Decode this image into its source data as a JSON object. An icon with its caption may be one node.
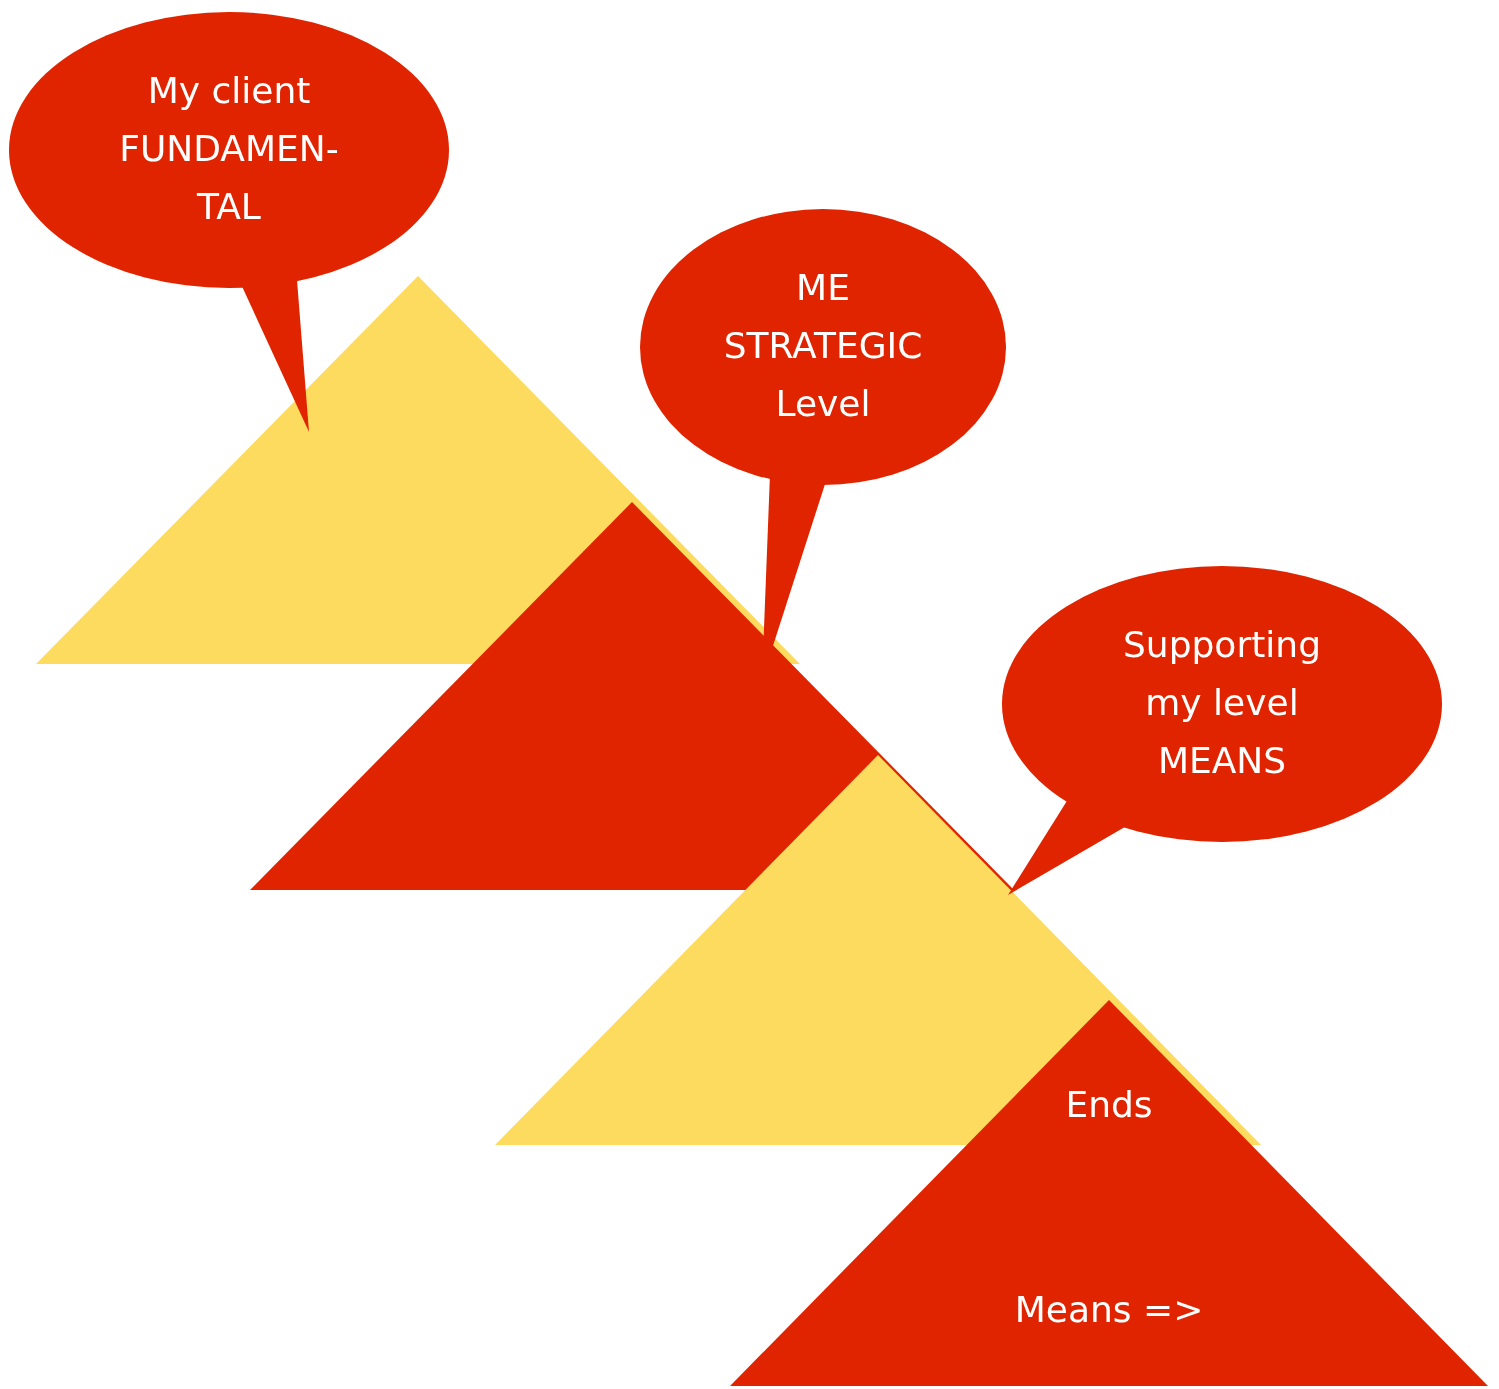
{
  "diagram": {
    "nodes": [
      {
        "text": [
          "My client FUNDAMEN- TAL"
        ]
      },
      {
        "text": [],
        "shape": "triangle"
      },
      {
        "text": [
          "ME STRATEGIC Level"
        ]
      },
      {
        "text": [],
        "shape": "triangle"
      },
      {
        "text": [
          "Supporting my level MEANS"
        ]
      },
      {
        "text": [],
        "shape": "triangle"
      },
      {
        "text": [
          "Ends",
          "Means =>"
        ]
      }
    ]
  }
}
